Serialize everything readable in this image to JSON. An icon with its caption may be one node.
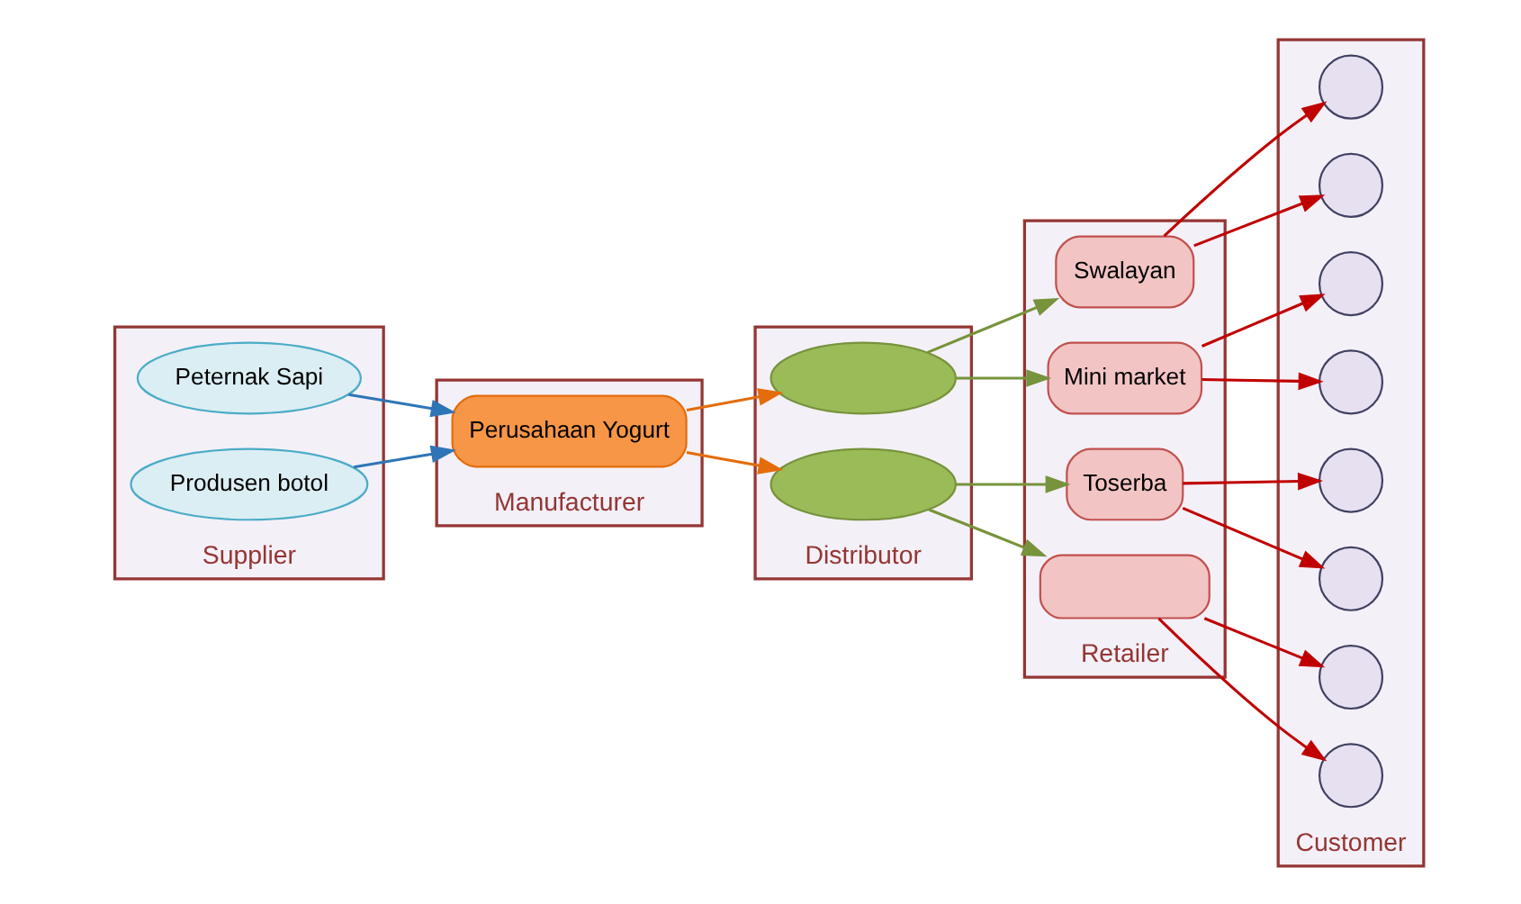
{
  "diagram": {
    "nodes": [
      {
        "text": [
          "Supplier"
        ]
      },
      {
        "text": [
          "Manufacturer"
        ]
      },
      {
        "text": [
          "Distributor"
        ]
      },
      {
        "text": [
          "Retailer"
        ]
      },
      {
        "text": [
          "Customer"
        ]
      },
      {
        "text": [
          "Peternak Sapi"
        ],
        "in": 0
      },
      {
        "text": [
          "Produsen botol"
        ],
        "in": 0
      },
      {
        "text": [
          "Perusahaan Yogurt"
        ],
        "in": 1
      },
      {
        "text": [],
        "shape": "ellipse",
        "in": 2
      },
      {
        "text": [],
        "shape": "ellipse",
        "in": 2
      },
      {
        "text": [
          "Swalayan"
        ],
        "in": 3
      },
      {
        "text": [
          "Mini market"
        ],
        "in": 3
      },
      {
        "text": [
          "Toserba"
        ],
        "in": 3
      },
      {
        "text": [],
        "shape": "box",
        "in": 3
      },
      {
        "text": [],
        "shape": "circle",
        "in": 4
      },
      {
        "text": [],
        "shape": "circle",
        "in": 4
      },
      {
        "text": [],
        "shape": "circle",
        "in": 4
      },
      {
        "text": [],
        "shape": "circle",
        "in": 4
      },
      {
        "text": [],
        "shape": "circle",
        "in": 4
      },
      {
        "text": [],
        "shape": "circle",
        "in": 4
      },
      {
        "text": [],
        "shape": "circle",
        "in": 4
      },
      {
        "text": [],
        "shape": "circle",
        "in": 4
      }
    ],
    "edges": [
      {
        "from": 5,
        "to": 7,
        "arrow": "to",
        "color": "#2e75b6"
      },
      {
        "from": 6,
        "to": 7,
        "arrow": "to",
        "color": "#2e75b6"
      },
      {
        "from": 7,
        "to": 8,
        "arrow": "to",
        "color": "#e46c0a"
      },
      {
        "from": 7,
        "to": 9,
        "arrow": "to",
        "color": "#e46c0a"
      },
      {
        "from": 8,
        "to": 10,
        "arrow": "to",
        "color": "#77933c"
      },
      {
        "from": 8,
        "to": 11,
        "arrow": "to",
        "color": "#77933c"
      },
      {
        "from": 9,
        "to": 12,
        "arrow": "to",
        "color": "#77933c"
      },
      {
        "from": 9,
        "to": 13,
        "arrow": "to",
        "color": "#77933c"
      },
      {
        "from": 10,
        "to": 14,
        "arrow": "to"
      },
      {
        "from": 10,
        "to": 15,
        "arrow": "to"
      },
      {
        "from": 11,
        "to": 16,
        "arrow": "to"
      },
      {
        "from": 11,
        "to": 17,
        "arrow": "to"
      },
      {
        "from": 12,
        "to": 18,
        "arrow": "to"
      },
      {
        "from": 12,
        "to": 19,
        "arrow": "to"
      },
      {
        "from": 13,
        "to": 20,
        "arrow": "to"
      },
      {
        "from": 13,
        "to": 21,
        "arrow": "to"
      }
    ]
  }
}
